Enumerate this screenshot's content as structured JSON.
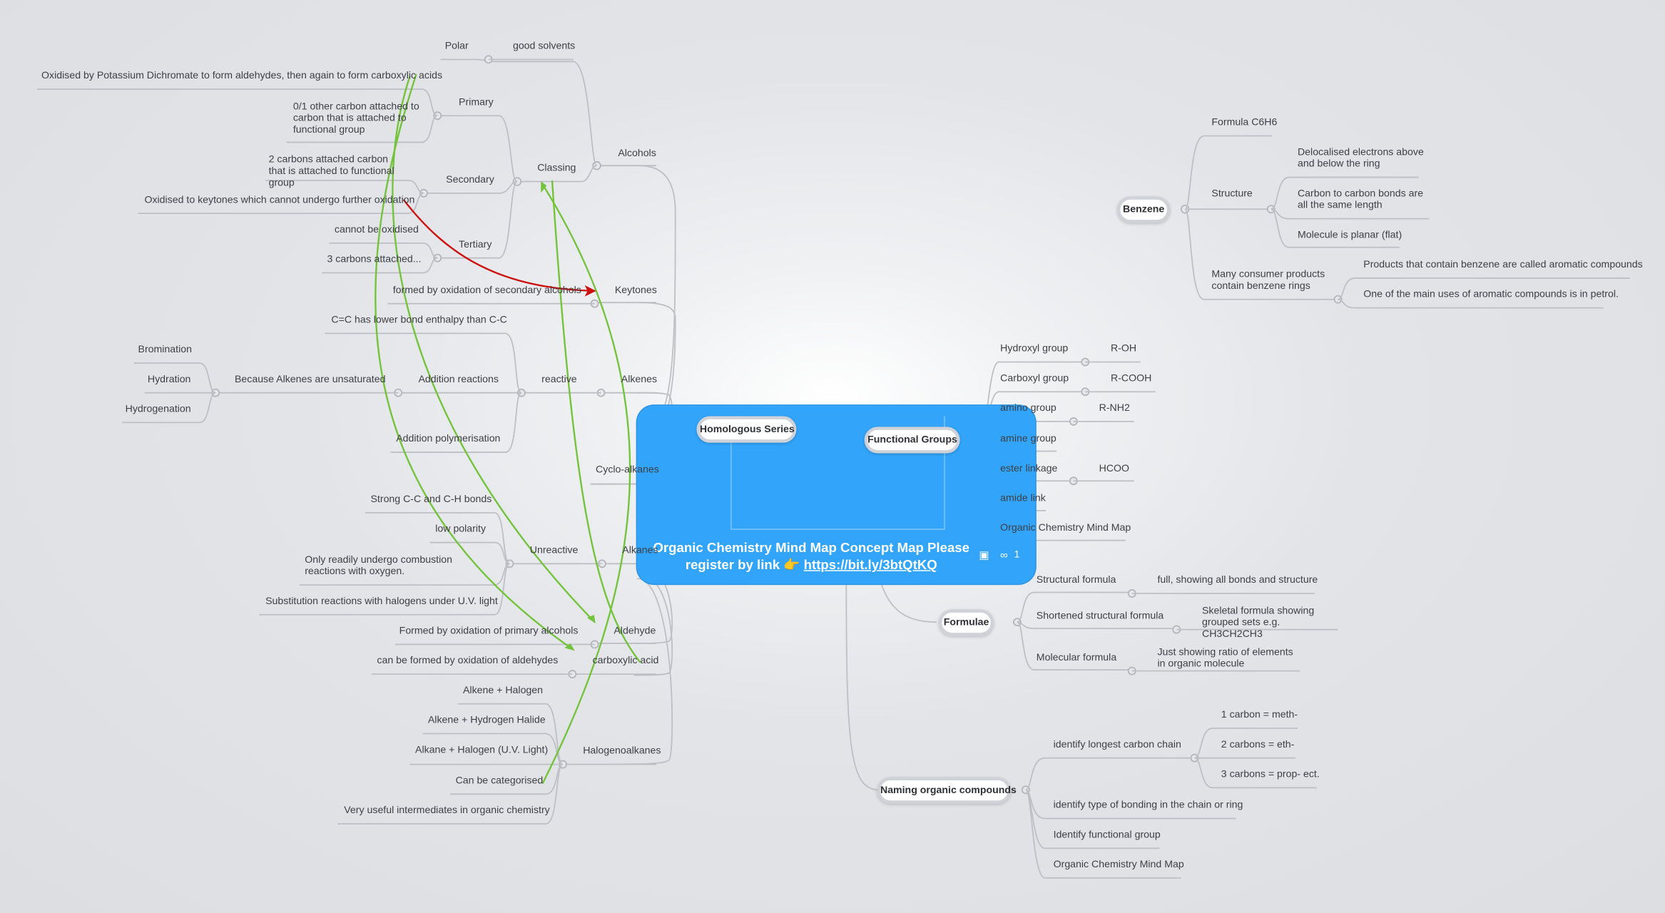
{
  "central": {
    "title_line1": "Organic Chemistry Mind Map Concept Map   Please",
    "title_line2_prefix": "register by link  ",
    "pointer_glyph": "👉",
    "link_text": "https://bit.ly/3btQtKQ",
    "link_count": "1",
    "icons": [
      "image-icon",
      "link-icon"
    ],
    "background_color": "#32a5fb"
  },
  "pills": {
    "homologous": "Homologous Series",
    "functional": "Functional Groups",
    "benzene": "Benzene",
    "formulae": "Formulae",
    "naming": "Naming organic compounds"
  },
  "left": {
    "alcohols": {
      "label": "Alcohols",
      "polar": "Polar",
      "good_solvents": "good solvents",
      "classing": "Classing",
      "primary": "Primary",
      "primary_oxidised": "Oxidised by Potassium Dichromate to form aldehydes, then again to form carboxylic acids",
      "primary_def": "0/1 other carbon attached to carbon that is attached to functional group",
      "secondary": "Secondary",
      "secondary_def": "2 carbons attached carbon that is attached to functional group",
      "secondary_oxidised": "Oxidised to keytones which cannot undergo further oxidation",
      "tertiary": "Tertiary",
      "tertiary_no_ox": "cannot be oxidised",
      "tertiary_def": "3 carbons attached..."
    },
    "keytones": {
      "label": "Keytones",
      "formed": "formed by oxidation of secondary alcohols"
    },
    "alkenes": {
      "label": "Alkenes",
      "reactive": "reactive",
      "cc_bond": "C=C has lower bond enthalpy than C-C",
      "addition": "Addition reactions",
      "because": "Because Alkenes are unsaturated",
      "bromination": "Bromination",
      "hydration": "Hydration",
      "hydrogenation": "Hydrogenation",
      "polymerisation": "Addition polymerisation"
    },
    "cycloalkanes": {
      "label": "Cyclo-alkanes"
    },
    "alkanes": {
      "label": "Alkanes",
      "unreactive": "Unreactive",
      "strong": "Strong C-C and C-H bonds",
      "low_polarity": "low polarity",
      "combustion": "Only readily undergo combustion reactions with oxygen.",
      "substitution": "Substitution reactions with halogens under U.V. light"
    },
    "aldehyde": {
      "label": "Aldehyde",
      "formed": "Formed  by oxidation of primary alcohols"
    },
    "carboxylic": {
      "label": "carboxylic acid",
      "formed": "can be formed by oxidation of aldehydes"
    },
    "halogenoalkanes": {
      "label": "Halogenoalkanes",
      "items": [
        "Alkene + Halogen",
        "Alkene + Hydrogen Halide",
        "Alkane + Halogen (U.V. Light)",
        "Can be categorised",
        "Very useful intermediates in organic chemistry"
      ]
    }
  },
  "right": {
    "benzene": {
      "formula": "Formula C6H6",
      "structure": "Structure",
      "delocalised": "Delocalised electrons above and below the ring",
      "cc_length": "Carbon to carbon bonds are all the same length",
      "planar": "Molecule is planar (flat)",
      "consumer": "Many consumer products contain benzene rings",
      "aromatic": "Products that contain benzene are called aromatic compounds",
      "petrol": "One of the main uses of aromatic compounds is in petrol."
    },
    "functional": {
      "hydroxyl": "Hydroxyl group",
      "hydroxyl_val": "R-OH",
      "carboxyl": "Carboxyl group",
      "carboxyl_val": "R-COOH",
      "amino": "amino group",
      "amino_val": "R-NH2",
      "amine": "amine group",
      "ester": "ester linkage",
      "ester_val": "HCOO",
      "amide": "amide link",
      "map": "Organic Chemistry Mind Map"
    },
    "formulae": {
      "structural": "Structural formula",
      "structural_val": "full, showing all bonds and structure",
      "shortened": "Shortened structural formula",
      "shortened_val": "Skeletal formula showing grouped sets e.g. CH3CH2CH3",
      "molecular": "Molecular formula",
      "molecular_val": "Just showing ratio of elements in organic molecule"
    },
    "naming": {
      "longest": "identify longest carbon chain",
      "meth": "1 carbon = meth-",
      "eth": "2 carbons = eth-",
      "prop": "3 carbons = prop- ect.",
      "bonding": "identify type of bonding in the chain or ring",
      "functional": "Identify functional group",
      "map": "Organic Chemistry Mind Map"
    }
  }
}
